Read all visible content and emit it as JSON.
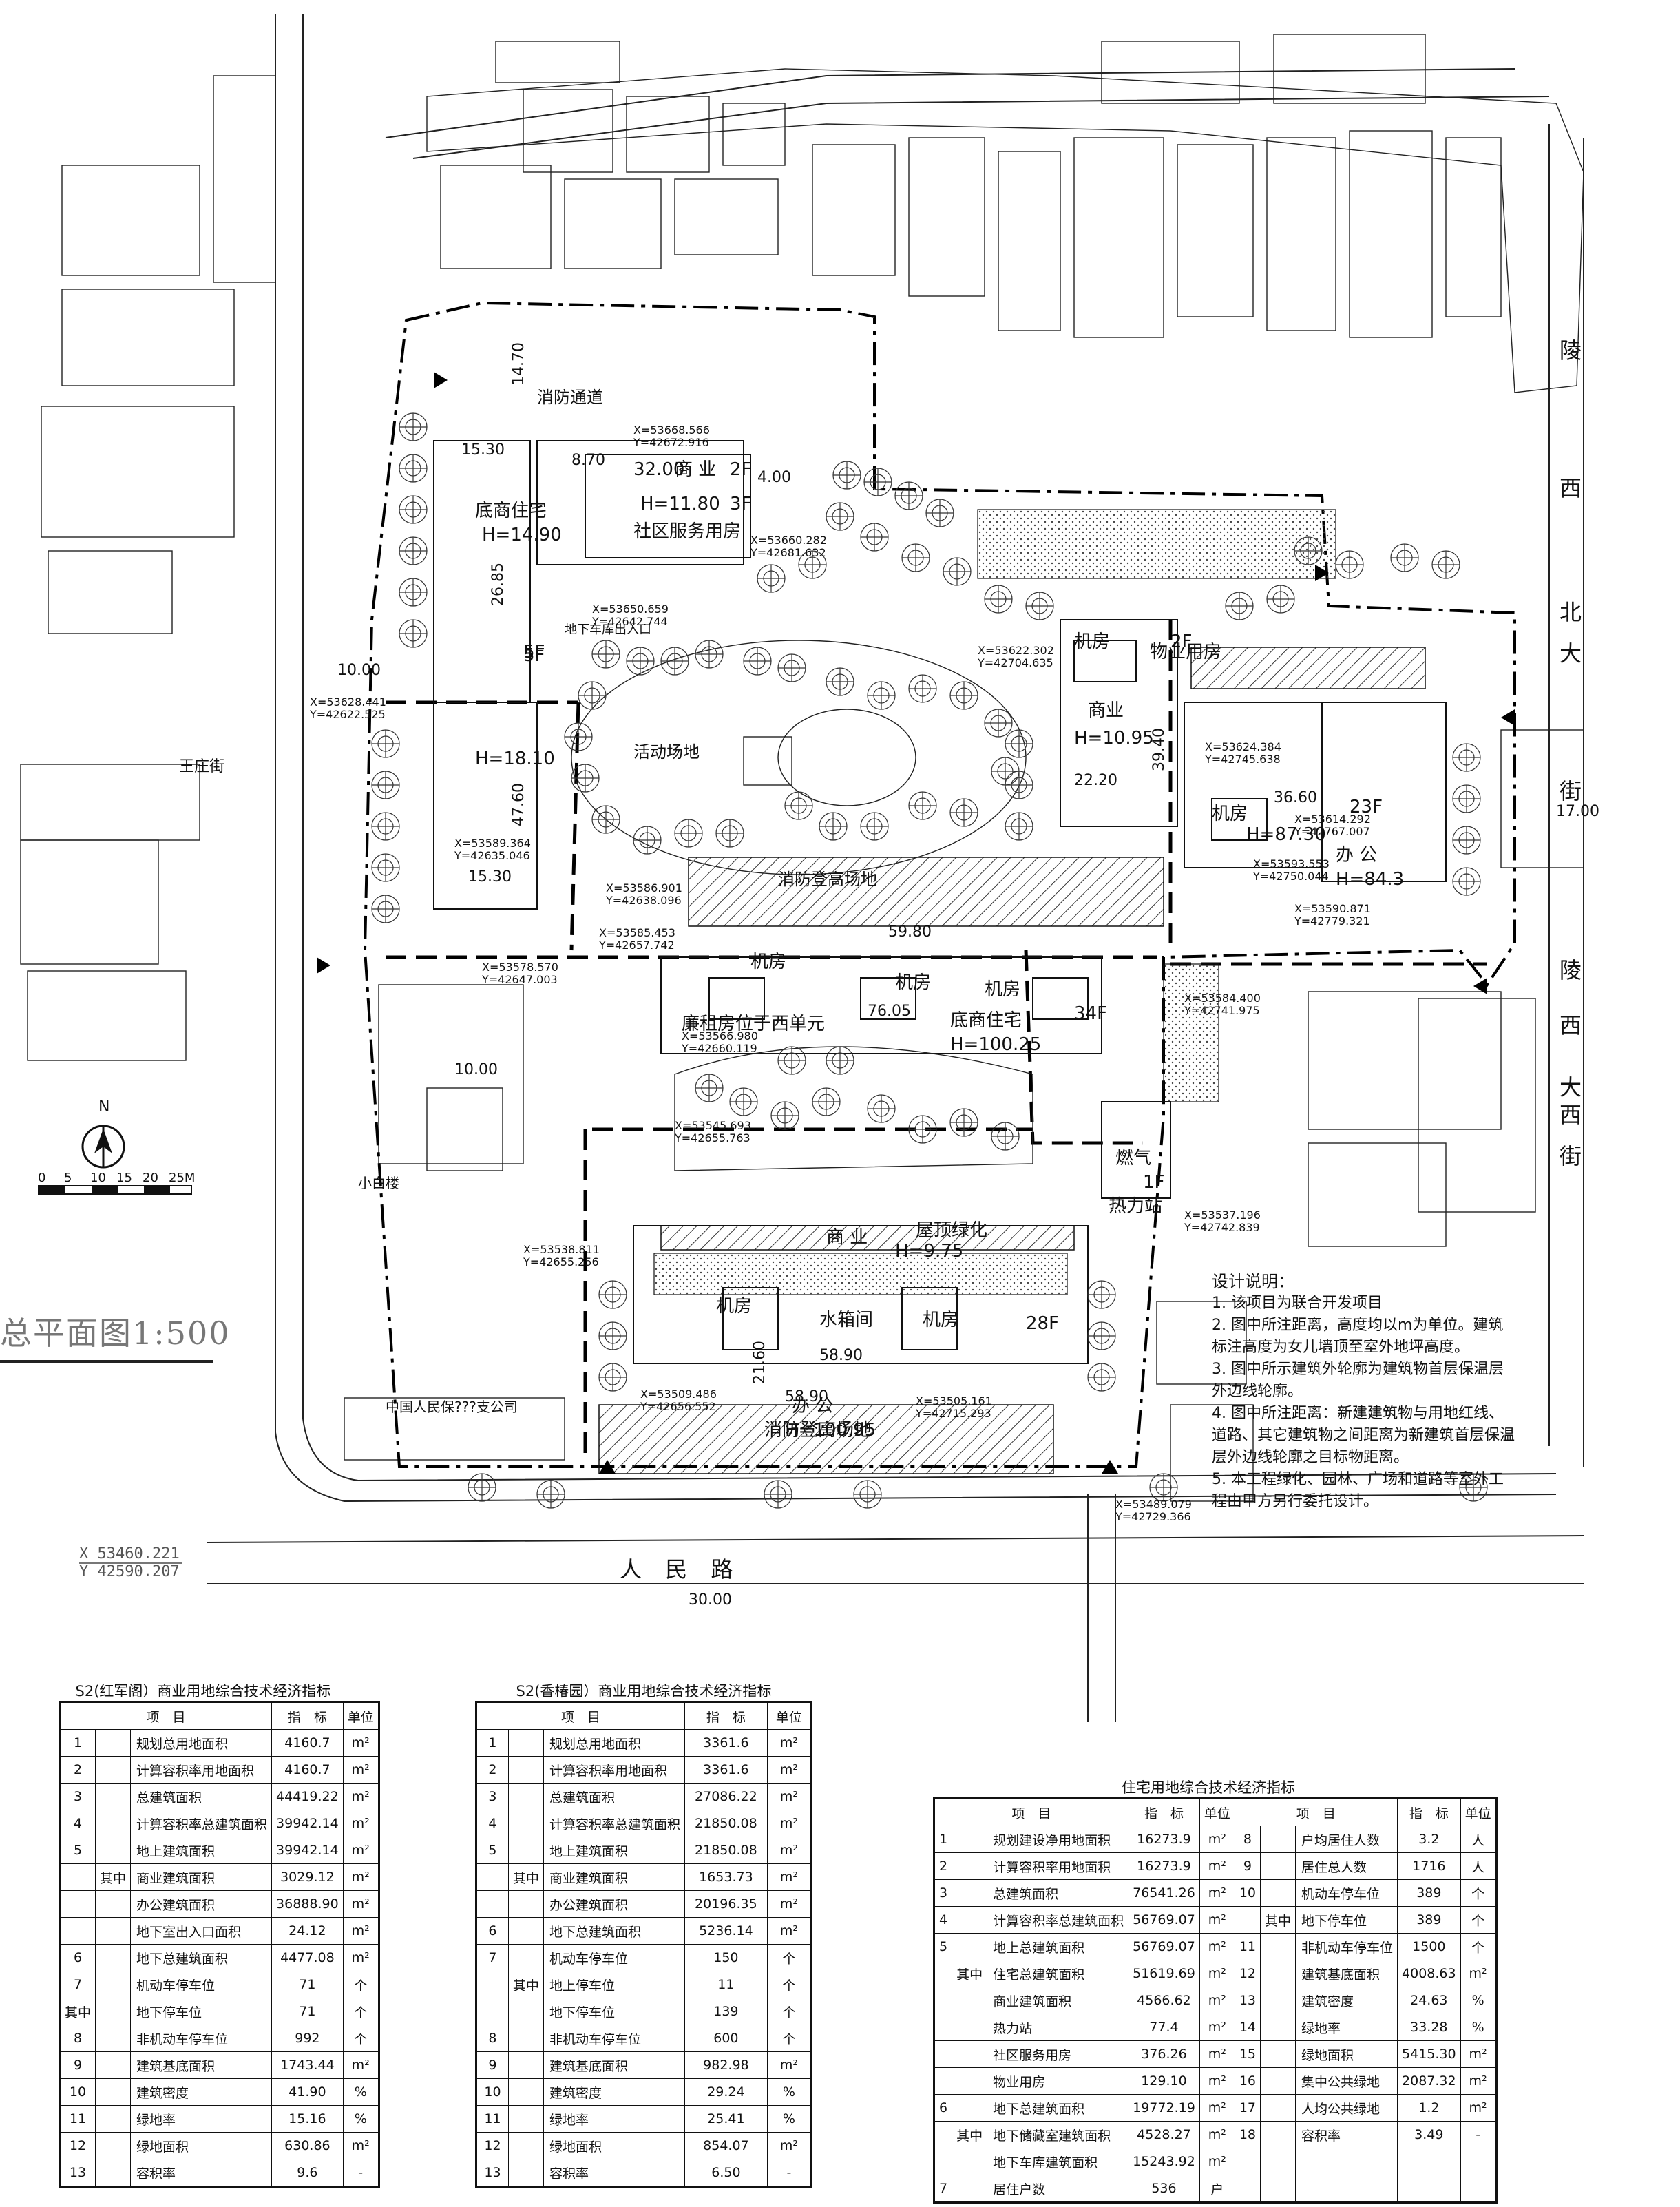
{
  "plan": {
    "title": "总平面图1:500",
    "north": "N",
    "scale": {
      "ticks": [
        "0",
        "5",
        "10",
        "15",
        "20",
        "25M"
      ]
    },
    "corner_coords": {
      "x": "X 53460.221",
      "y": "Y 42590.207"
    },
    "road_label": "人 民 路",
    "road_width": "30.00",
    "east_road": [
      "陵",
      "西",
      "北",
      "大",
      "街"
    ],
    "east_road_lower": [
      "陵",
      "西",
      "大",
      "西",
      "街"
    ],
    "west_road": "王庄街",
    "buildings": {
      "b1": {
        "name": "底商住宅",
        "h": "H=14.90",
        "floors": "5F"
      },
      "b2": {
        "name": "商 业",
        "floors": "2F",
        "w": "32.00"
      },
      "b3": {
        "name": "社区服务用房",
        "h": "H=11.80",
        "floors": "3F"
      },
      "b4": {
        "h": "H=18.10",
        "floors": "5F"
      },
      "b5": {
        "name": "商业",
        "h": "H=10.95",
        "floors": "2F",
        "sub": "机房"
      },
      "b6": {
        "name": "办 公",
        "h": "H=84.3",
        "floors": "23F",
        "sub": "机房",
        "h2": "H=87.30"
      },
      "b7": {
        "name": "底商住宅",
        "h": "H=100.25",
        "floors": "34F",
        "sub": "廉租房位于西单元",
        "mach": "机房"
      },
      "b8": {
        "name": "办 公",
        "h": "H=100.95",
        "floors": "28F",
        "sub": "水箱间",
        "mach": "机房",
        "top": "商 业",
        "roof": "屋顶绿化",
        "h3": "H=9.75"
      },
      "b9": {
        "name": "热力站",
        "floors": "1F",
        "gas": "燃气"
      },
      "b10": {
        "name": "物业用房",
        "floors": "2F"
      }
    },
    "areas": {
      "activity": "活动场地",
      "fire1": "消防登高场地",
      "fire2": "消防登高场地",
      "fire_lane": "消防通道",
      "garage_entry": "地下车库出入口",
      "bank": "中国人民保???支公司",
      "village": "小白楼"
    },
    "dims": {
      "d1": "15.30",
      "d2": "26.85",
      "d3": "47.60",
      "d4": "15.30",
      "d5": "76.05",
      "d6": "59.80",
      "d7": "58.90",
      "d8": "58.90",
      "d9": "22.20",
      "d10": "39.40",
      "d11": "36.60",
      "d12": "17.00",
      "d13": "14.70",
      "d14": "10.00",
      "d15": "21.60",
      "d16": "10.00",
      "d17": "8.70",
      "d18": "4.00"
    },
    "coords": [
      "X=53668.566",
      "Y=42672.916",
      "X=53650.659",
      "Y=42642.744",
      "X=53628.441",
      "Y=42622.525",
      "X=53589.364",
      "Y=42635.046",
      "X=53586.901",
      "Y=42638.096",
      "X=53585.453",
      "Y=42657.742",
      "X=53578.570",
      "Y=42647.003",
      "X=53566.980",
      "Y=42660.119",
      "X=53545.693",
      "Y=42655.763",
      "X=53538.811",
      "Y=42655.256",
      "X=53509.486",
      "Y=42656.552",
      "X=53505.161",
      "Y=42715.293",
      "X=53489.079",
      "Y=42729.366",
      "X=53622.302",
      "Y=42704.635",
      "X=53624.384",
      "Y=42745.638",
      "X=53614.292",
      "Y=42767.007",
      "X=53593.553",
      "Y=42750.044",
      "X=53590.871",
      "Y=42779.321",
      "X=53584.400",
      "Y=42741.975",
      "X=53537.196",
      "Y=42742.839",
      "X=53660.282",
      "Y=42681.632"
    ]
  },
  "notes": {
    "title": "设计说明：",
    "items": [
      "1. 该项目为联合开发项目",
      "2. 图中所注距离，高度均以m为单位。建筑标注高度为女儿墙顶至室外地坪高度。",
      "3. 图中所示建筑外轮廓为建筑物首层保温层外边线轮廓。",
      "4. 图中所注距离：新建建筑物与用地红线、道路、其它建筑物之间距离为新建筑首层保温层外边线轮廓之目标物距离。",
      "5. 本工程绿化、园林、广场和道路等室外工程由甲方另行委托设计。"
    ]
  },
  "table1": {
    "title": "S2(红军阁）商业用地综合技术经济指标",
    "header": [
      "项　目",
      "指　标",
      "单位"
    ],
    "rows": [
      [
        "1",
        "",
        "规划总用地面积",
        "4160.7",
        "m²"
      ],
      [
        "2",
        "",
        "计算容积率用地面积",
        "4160.7",
        "m²"
      ],
      [
        "3",
        "",
        "总建筑面积",
        "44419.22",
        "m²"
      ],
      [
        "4",
        "",
        "计算容积率总建筑面积",
        "39942.14",
        "m²"
      ],
      [
        "5",
        "",
        "地上建筑面积",
        "39942.14",
        "m²"
      ],
      [
        "",
        "其中",
        "商业建筑面积",
        "3029.12",
        "m²"
      ],
      [
        "",
        "",
        "办公建筑面积",
        "36888.90",
        "m²"
      ],
      [
        "",
        "",
        "地下室出入口面积",
        "24.12",
        "m²"
      ],
      [
        "6",
        "",
        "地下总建筑面积",
        "4477.08",
        "m²"
      ],
      [
        "7",
        "",
        "机动车停车位",
        "71",
        "个"
      ],
      [
        "其中",
        "",
        "地下停车位",
        "71",
        "个"
      ],
      [
        "8",
        "",
        "非机动车停车位",
        "992",
        "个"
      ],
      [
        "9",
        "",
        "建筑基底面积",
        "1743.44",
        "m²"
      ],
      [
        "10",
        "",
        "建筑密度",
        "41.90",
        "%"
      ],
      [
        "11",
        "",
        "绿地率",
        "15.16",
        "%"
      ],
      [
        "12",
        "",
        "绿地面积",
        "630.86",
        "m²"
      ],
      [
        "13",
        "",
        "容积率",
        "9.6",
        "-"
      ]
    ]
  },
  "table2": {
    "title": "S2(香椿园）商业用地综合技术经济指标",
    "header": [
      "项　目",
      "指　标",
      "单位"
    ],
    "rows": [
      [
        "1",
        "",
        "规划总用地面积",
        "3361.6",
        "m²"
      ],
      [
        "2",
        "",
        "计算容积率用地面积",
        "3361.6",
        "m²"
      ],
      [
        "3",
        "",
        "总建筑面积",
        "27086.22",
        "m²"
      ],
      [
        "4",
        "",
        "计算容积率总建筑面积",
        "21850.08",
        "m²"
      ],
      [
        "5",
        "",
        "地上建筑面积",
        "21850.08",
        "m²"
      ],
      [
        "",
        "其中",
        "商业建筑面积",
        "1653.73",
        "m²"
      ],
      [
        "",
        "",
        "办公建筑面积",
        "20196.35",
        "m²"
      ],
      [
        "6",
        "",
        "地下总建筑面积",
        "5236.14",
        "m²"
      ],
      [
        "7",
        "",
        "机动车停车位",
        "150",
        "个"
      ],
      [
        "",
        "其中",
        "地上停车位",
        "11",
        "个"
      ],
      [
        "",
        "",
        "地下停车位",
        "139",
        "个"
      ],
      [
        "8",
        "",
        "非机动车停车位",
        "600",
        "个"
      ],
      [
        "9",
        "",
        "建筑基底面积",
        "982.98",
        "m²"
      ],
      [
        "10",
        "",
        "建筑密度",
        "29.24",
        "%"
      ],
      [
        "11",
        "",
        "绿地率",
        "25.41",
        "%"
      ],
      [
        "12",
        "",
        "绿地面积",
        "854.07",
        "m²"
      ],
      [
        "13",
        "",
        "容积率",
        "6.50",
        "-"
      ]
    ]
  },
  "table3": {
    "title": "住宅用地综合技术经济指标",
    "header": [
      "项　目",
      "指　标",
      "单位",
      "项　目",
      "指　标",
      "单位"
    ],
    "rows": [
      [
        "1",
        "",
        "规划建设净用地面积",
        "16273.9",
        "m²",
        "8",
        "",
        "户均居住人数",
        "3.2",
        "人"
      ],
      [
        "2",
        "",
        "计算容积率用地面积",
        "16273.9",
        "m²",
        "9",
        "",
        "居住总人数",
        "1716",
        "人"
      ],
      [
        "3",
        "",
        "总建筑面积",
        "76541.26",
        "m²",
        "10",
        "",
        "机动车停车位",
        "389",
        "个"
      ],
      [
        "4",
        "",
        "计算容积率总建筑面积",
        "56769.07",
        "m²",
        "",
        "其中",
        "地下停车位",
        "389",
        "个"
      ],
      [
        "5",
        "",
        "地上总建筑面积",
        "56769.07",
        "m²",
        "11",
        "",
        "非机动车停车位",
        "1500",
        "个"
      ],
      [
        "",
        "其中",
        "住宅总建筑面积",
        "51619.69",
        "m²",
        "12",
        "",
        "建筑基底面积",
        "4008.63",
        "m²"
      ],
      [
        "",
        "",
        "商业建筑面积",
        "4566.62",
        "m²",
        "13",
        "",
        "建筑密度",
        "24.63",
        "%"
      ],
      [
        "",
        "",
        "热力站",
        "77.4",
        "m²",
        "14",
        "",
        "绿地率",
        "33.28",
        "%"
      ],
      [
        "",
        "",
        "社区服务用房",
        "376.26",
        "m²",
        "15",
        "",
        "绿地面积",
        "5415.30",
        "m²"
      ],
      [
        "",
        "",
        "物业用房",
        "129.10",
        "m²",
        "16",
        "",
        "集中公共绿地",
        "2087.32",
        "m²"
      ],
      [
        "6",
        "",
        "地下总建筑面积",
        "19772.19",
        "m²",
        "17",
        "",
        "人均公共绿地",
        "1.2",
        "m²"
      ],
      [
        "",
        "其中",
        "地下储藏室建筑面积",
        "4528.27",
        "m²",
        "18",
        "",
        "容积率",
        "3.49",
        "-"
      ],
      [
        "",
        "",
        "地下车库建筑面积",
        "15243.92",
        "m²",
        "",
        "",
        "",
        "",
        ""
      ],
      [
        "7",
        "",
        "居住户数",
        "536",
        "户",
        "",
        "",
        "",
        "",
        ""
      ]
    ]
  }
}
